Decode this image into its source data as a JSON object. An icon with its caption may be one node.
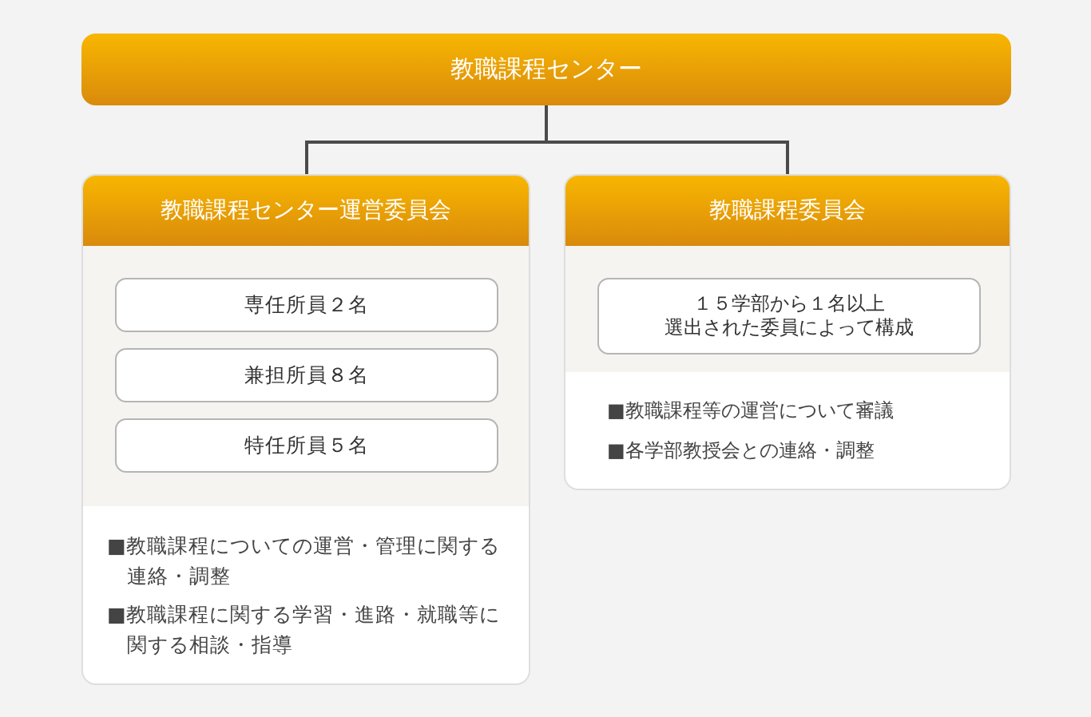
{
  "diagram": {
    "nodes": [
      {
        "text": [
          "教職課程センター"
        ]
      },
      {
        "text": [
          "教職課程センター運営委員会",
          "■教職課程についての運営・管理に関する連絡・調整",
          "■教職課程に関する学習・進路・就職等に関する相談・指導"
        ]
      },
      {
        "text": [
          "専任所員２名"
        ],
        "in": 1
      },
      {
        "text": [
          "兼担所員８名"
        ],
        "in": 1
      },
      {
        "text": [
          "特任所員５名"
        ],
        "in": 1
      },
      {
        "text": [
          "教職課程委員会",
          "■教職課程等の運営について審議",
          "■各学部教授会との連絡・調整"
        ]
      },
      {
        "text": [
          "１５学部から１名以上選出された委員によって構成"
        ],
        "in": 5
      }
    ],
    "edges": [
      {
        "from": 0,
        "to": 1,
        "arrow": "none"
      },
      {
        "from": 0,
        "to": 5,
        "arrow": "none"
      }
    ]
  }
}
